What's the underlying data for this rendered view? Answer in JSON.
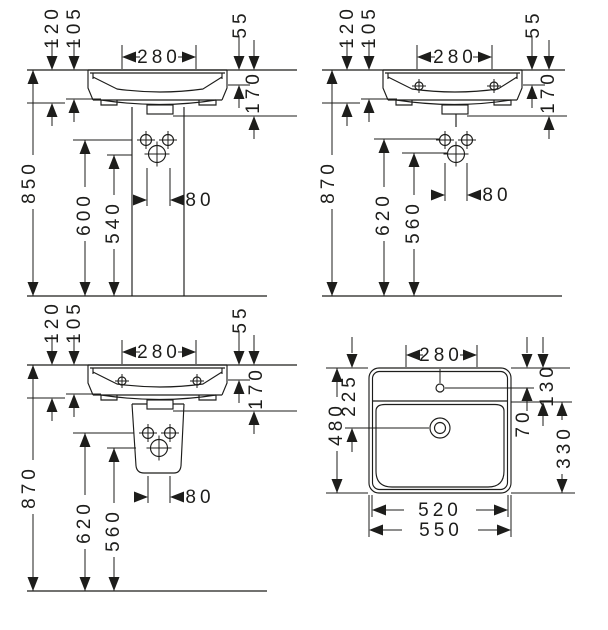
{
  "drawing": {
    "background": "#ffffff",
    "line_color": "#1d1d1b",
    "views": {
      "pedestal_front": {
        "dims": {
          "d280": "280",
          "d120": "120",
          "d105": "105",
          "d55": "55",
          "d170": "170",
          "d850": "850",
          "d600": "600",
          "d540": "540",
          "d80": "80"
        }
      },
      "wall_front": {
        "dims": {
          "d280": "280",
          "d120": "120",
          "d105": "105",
          "d55": "55",
          "d170": "170",
          "d870": "870",
          "d620": "620",
          "d560": "560",
          "d80": "80"
        }
      },
      "half_pedestal_front": {
        "dims": {
          "d280": "280",
          "d120": "120",
          "d105": "105",
          "d55": "55",
          "d170": "170",
          "d870": "870",
          "d620": "620",
          "d560": "560",
          "d80": "80"
        }
      },
      "top": {
        "dims": {
          "d280": "280",
          "d130": "130",
          "d70": "70",
          "d330": "330",
          "d480": "480",
          "d225": "225",
          "d520": "520",
          "d550": "550"
        }
      }
    }
  }
}
